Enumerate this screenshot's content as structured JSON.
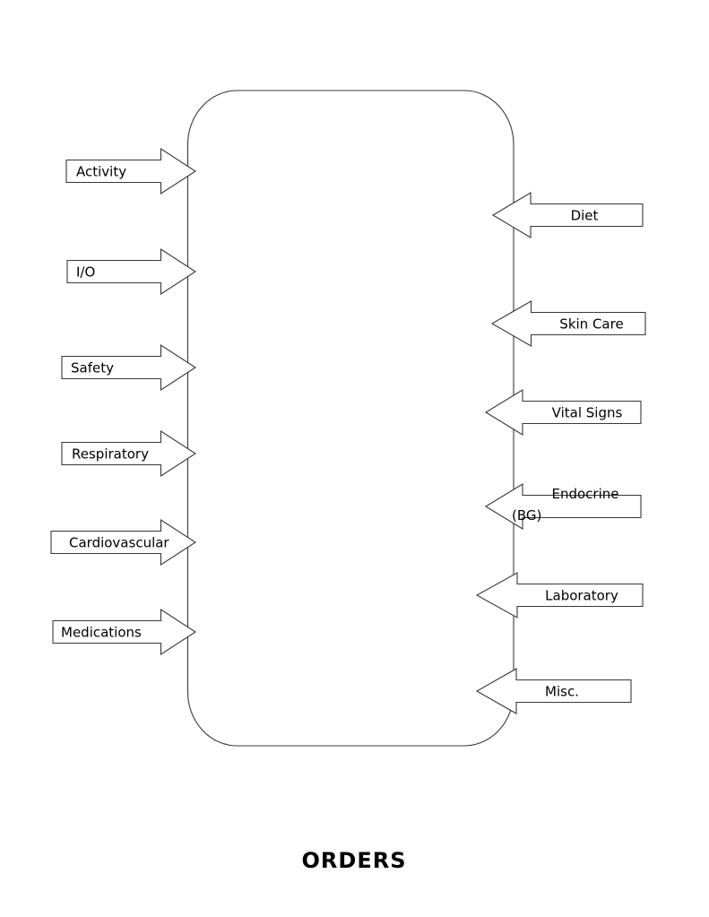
{
  "title": "ORDERS",
  "container": {
    "shape": "rounded-rectangle"
  },
  "arrows": {
    "left": [
      "Activity",
      "I/O",
      "Safety",
      "Respiratory",
      "Cardiovascular",
      "Medications"
    ],
    "right": [
      "Diet",
      "Skin Care",
      "Vital Signs",
      {
        "line1": "Endocrine",
        "line2": "(BG)"
      },
      "Laboratory",
      "Misc."
    ]
  },
  "colors": {
    "background": "#ffffff",
    "line": "#383838",
    "text": "#000000"
  }
}
